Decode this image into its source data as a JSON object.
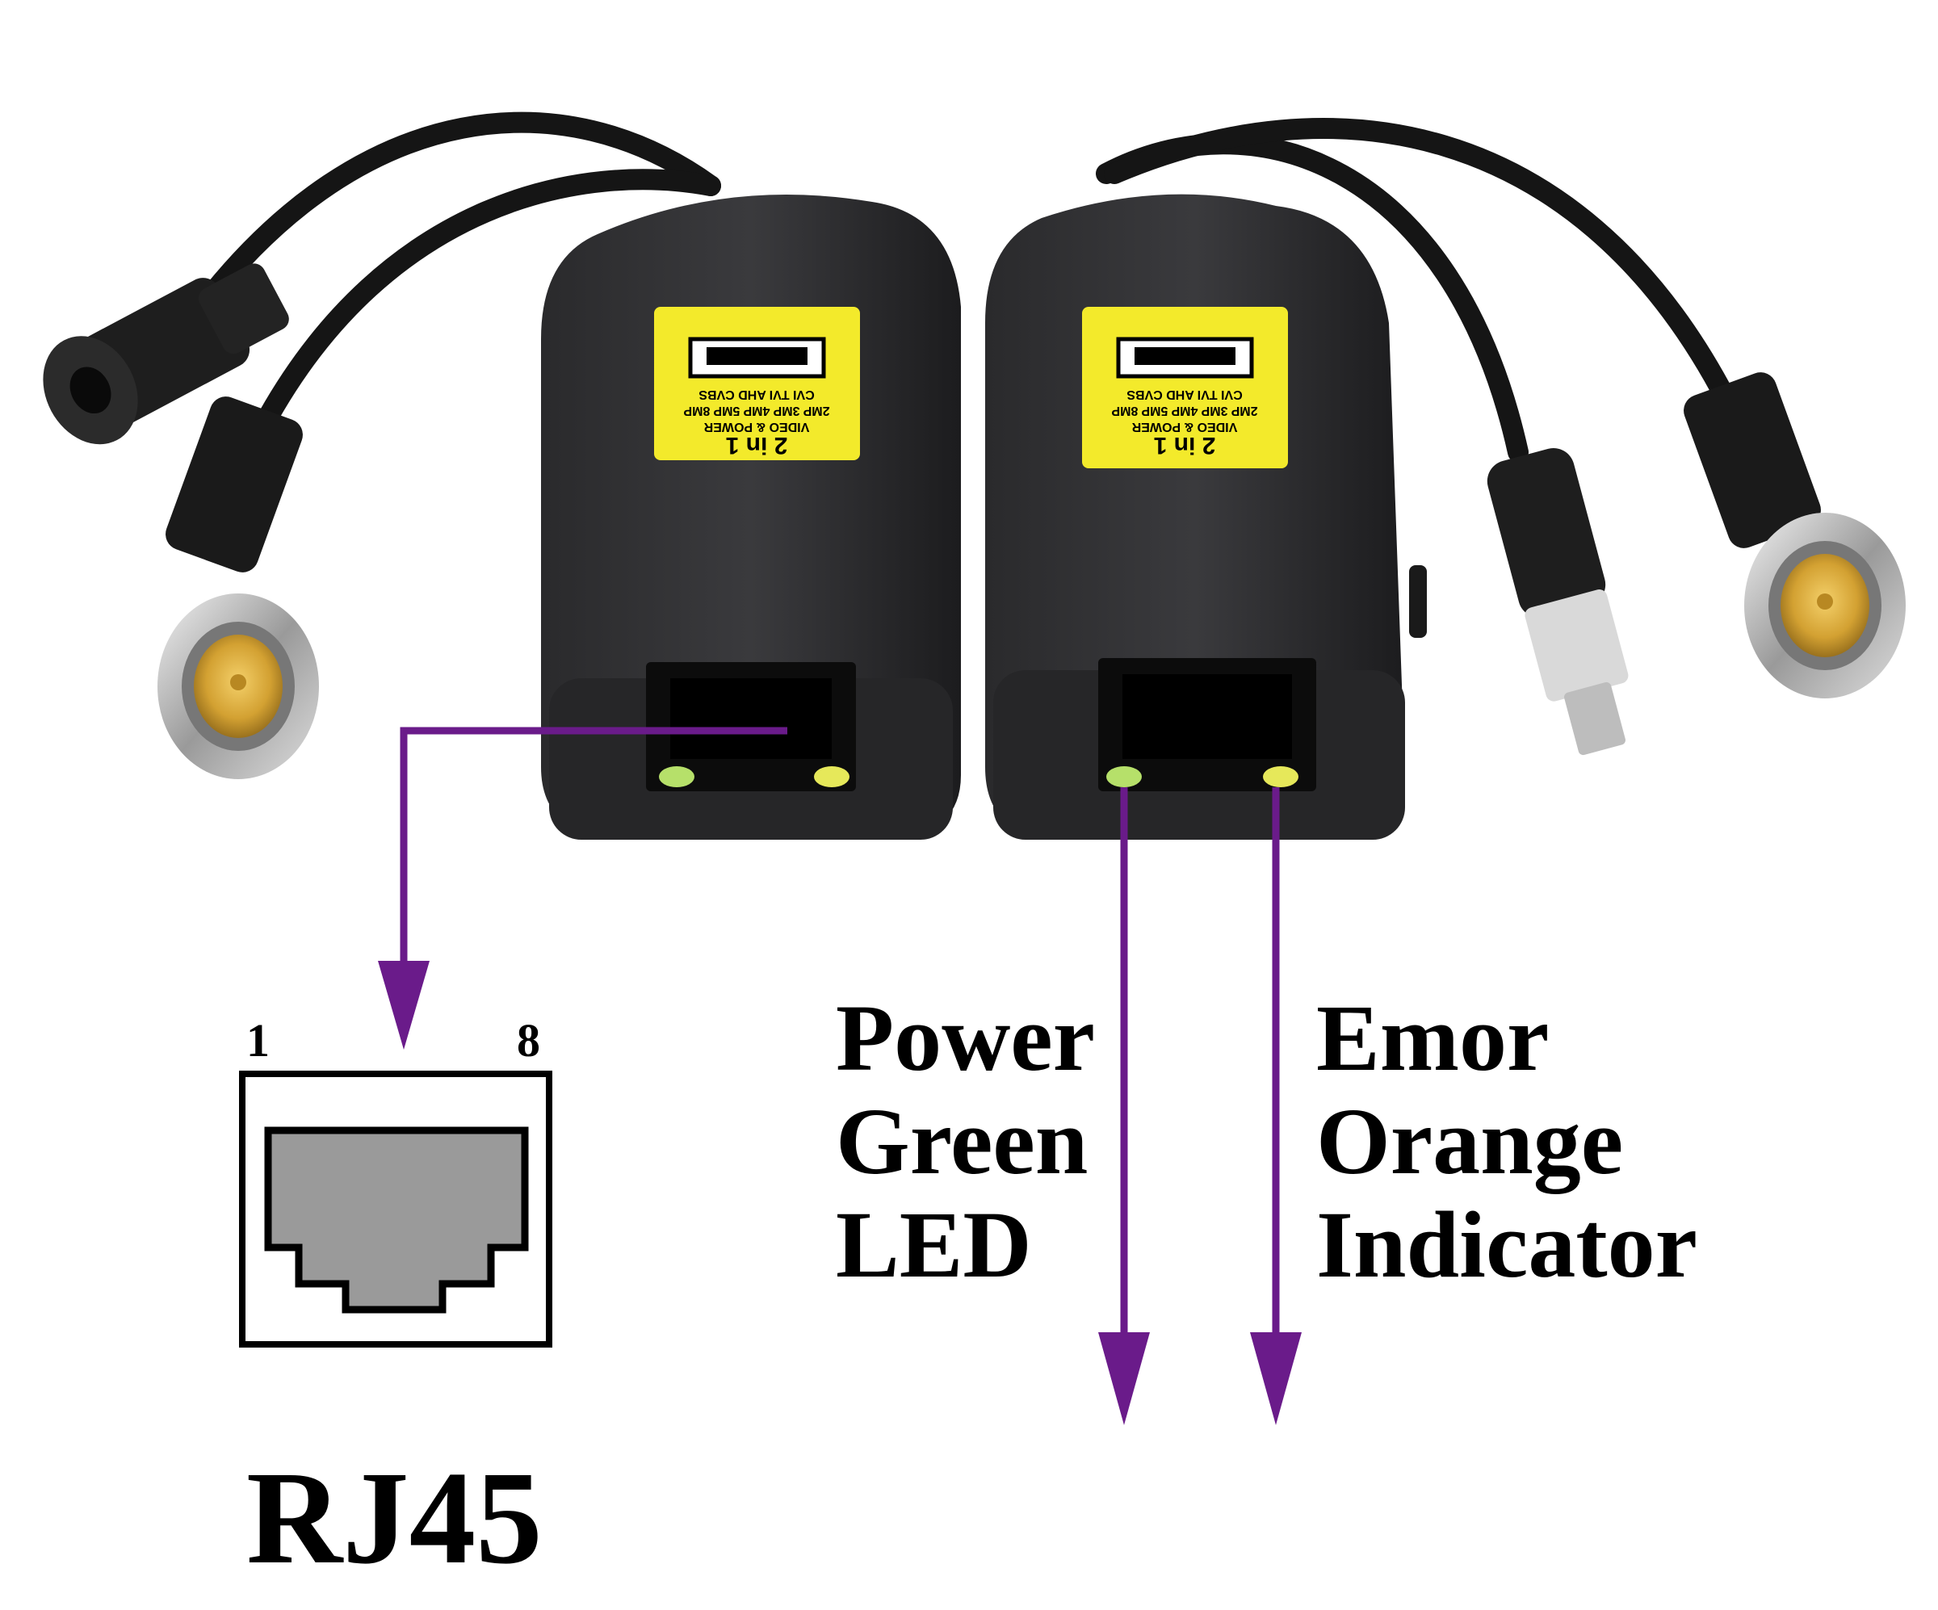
{
  "devices": [
    {
      "name": "left-balun",
      "sticker": {
        "title": "2 in 1",
        "subtitle": "VIDEO & POWER",
        "resolutions": "2MP 3MP 4MP 5MP 8MP",
        "formats": "CVI TVI AHD CVBS"
      }
    },
    {
      "name": "right-balun",
      "sticker": {
        "title": "2 in 1",
        "subtitle": "VIDEO & POWER",
        "resolutions": "2MP 3MP 4MP 5MP 8MP",
        "formats": "CVI TVI AHD CVBS"
      }
    }
  ],
  "rj45_diagram": {
    "pin_first": "1",
    "pin_last": "8",
    "caption": "RJ45"
  },
  "labels": {
    "power_led": [
      "Power",
      "Green",
      "LED"
    ],
    "error_indicator": [
      "Emor",
      "Orange",
      "Indicator"
    ]
  },
  "colors": {
    "arrow": "#6a1b8a",
    "housing": "#1f1f21",
    "sticker": "#f3ea2b",
    "led_green": "#b6e06a",
    "led_orange": "#e6e85a",
    "pin_gold": "#d8a838",
    "port_fill": "#9a9a9a"
  }
}
